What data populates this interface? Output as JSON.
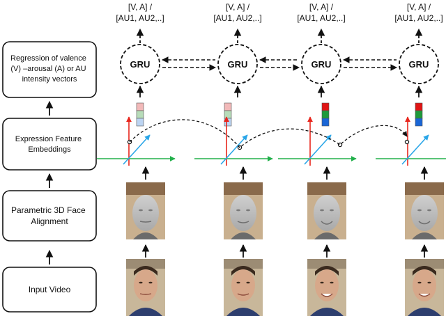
{
  "pipeline": {
    "stages": [
      {
        "lines": [
          "Regression of valence",
          "(V) –arousal (A) or AU",
          "intensity vectors"
        ]
      },
      {
        "lines": [
          "Expression Feature",
          "Embeddings"
        ]
      },
      {
        "lines": [
          "Parametric 3D Face",
          "Alignment"
        ]
      },
      {
        "lines": [
          "Input Video"
        ]
      }
    ]
  },
  "outputs": [
    {
      "line1": "[V, A] /",
      "line2": "[AU1, AU2,..]"
    },
    {
      "line1": "[V, A] /",
      "line2": "[AU1, AU2,..]"
    },
    {
      "line1": "[V, A] /",
      "line2": "[AU1, AU2,..]"
    },
    {
      "line1": "[V, A] /",
      "line2": "[AU1, AU2,..]"
    }
  ],
  "gru_cells": [
    {
      "label": "GRU"
    },
    {
      "label": "GRU"
    },
    {
      "label": "GRU"
    },
    {
      "label": "GRU"
    }
  ],
  "feature_bars": [
    {
      "colors": [
        "#f2b9b9",
        "#b7dcb9",
        "#bcd4f2"
      ]
    },
    {
      "colors": [
        "#f2b9b9",
        "#b7dcb9",
        "#bcd4f2"
      ]
    },
    {
      "colors": [
        "#e01515",
        "#1f9a3a",
        "#1a66d6"
      ]
    },
    {
      "colors": [
        "#e01515",
        "#1f9a3a",
        "#1a66d6"
      ]
    }
  ],
  "colors": {
    "axis_x": "#22b04b",
    "axis_y": "#e8261d",
    "axis_z": "#2aa6e8",
    "line": "#111111"
  }
}
